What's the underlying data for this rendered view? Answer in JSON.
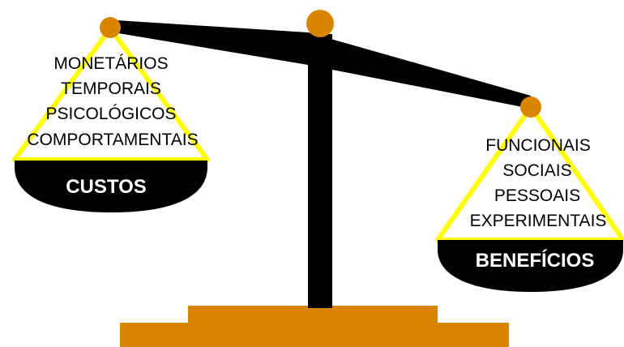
{
  "colors": {
    "beam": "#000000",
    "pivot": "#d98500",
    "strings": "#ffff00",
    "base": "#d98500",
    "pan": "#000000",
    "pan_label": "#ffffff"
  },
  "left_pan": {
    "label": "CUSTOS",
    "items": [
      "MONETÁRIOS",
      "TEMPORAIS",
      "PSICOLÓGICOS",
      "COMPORTAMENTAIS"
    ]
  },
  "right_pan": {
    "label": "BENEFÍCIOS",
    "items": [
      "FUNCIONAIS",
      "SOCIAIS",
      "PESSOAIS",
      "EXPERIMENTAIS"
    ]
  }
}
